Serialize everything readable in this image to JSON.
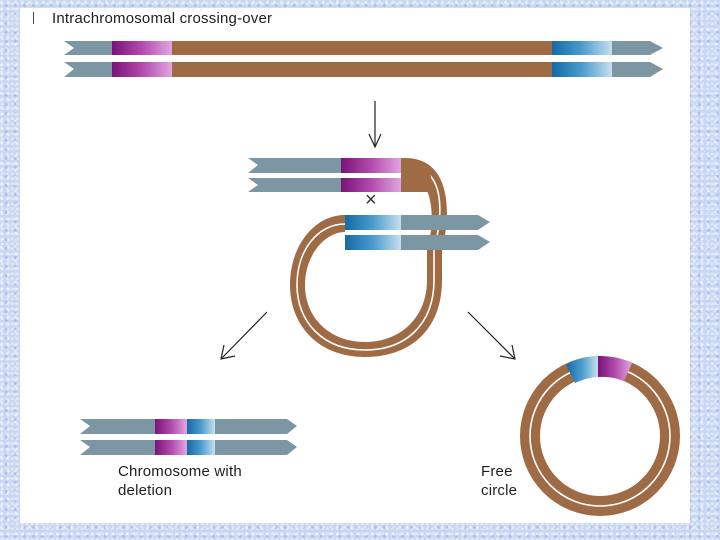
{
  "diagram": {
    "title": "Intrachromosomal crossing-over",
    "crossover_mark": "×",
    "products": [
      {
        "id": "deletion",
        "label": "Chromosome with\ndeletion"
      },
      {
        "id": "circle",
        "label": "Free\ncircle"
      }
    ]
  },
  "colors": {
    "strand": "#7d96a3",
    "loop": "#9e6b45",
    "purple_dark": "#8a1d86",
    "purple_light": "#d59ad4",
    "blue_dark": "#1f79b5",
    "blue_light": "#b5d6ea",
    "background": "#c9d8f2"
  }
}
